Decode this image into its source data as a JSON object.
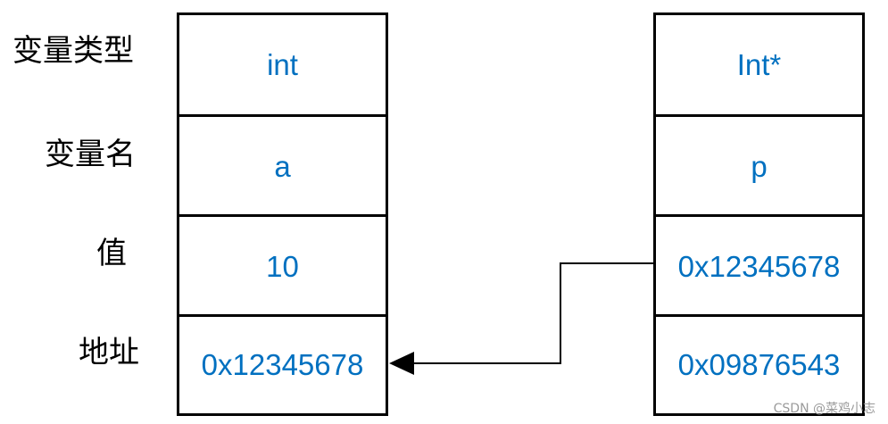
{
  "row_labels": {
    "type": "变量类型",
    "name": "变量名",
    "value": "值",
    "address": "地址"
  },
  "variable_a": {
    "type": "int",
    "name": "a",
    "value": "10",
    "address": "0x12345678"
  },
  "variable_p": {
    "type": "Int*",
    "name": "p",
    "value": "0x12345678",
    "address": "0x09876543"
  },
  "colors": {
    "cell_text": "#0070c0",
    "border": "#000000",
    "label_text": "#000000"
  },
  "watermark": "CSDN @菜鸡小志"
}
